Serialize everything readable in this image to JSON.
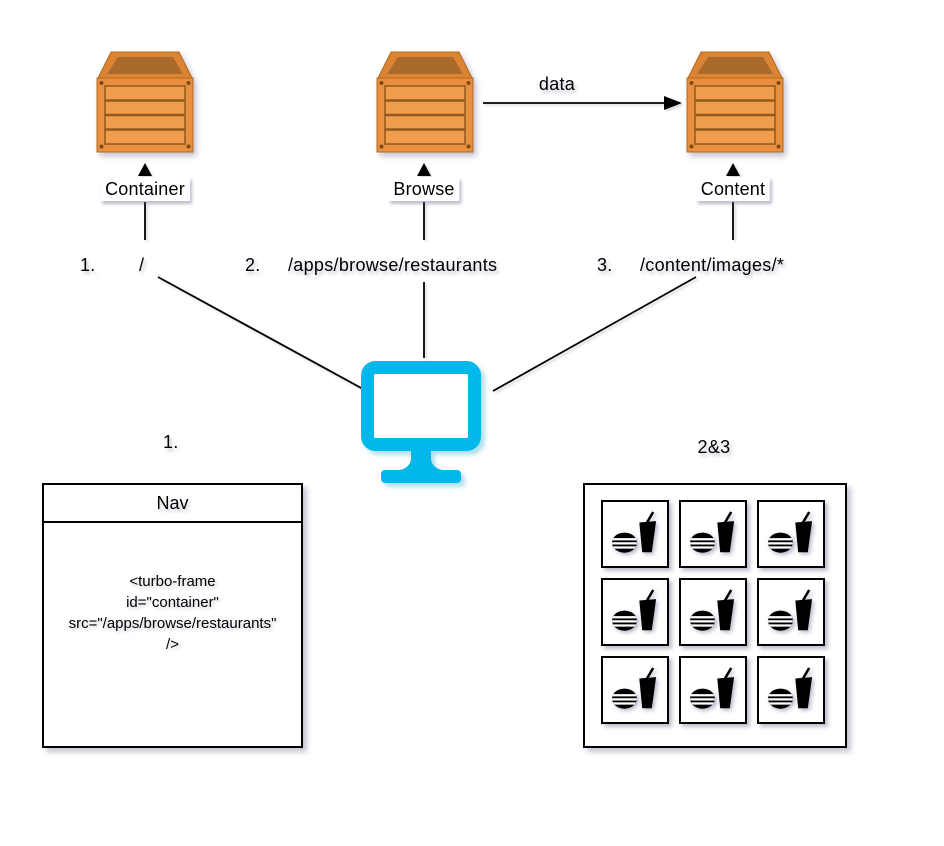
{
  "colors": {
    "monitor_cyan": "#00b8ea",
    "crate_face": "#e8903f",
    "crate_plank": "#f09e4e",
    "crate_top": "#db8434",
    "crate_top_inner": "#aa6a2c",
    "crate_line": "#93591b",
    "line_black": "#000000"
  },
  "nodes": {
    "container": {
      "label": "Container"
    },
    "browse": {
      "label": "Browse"
    },
    "content": {
      "label": "Content"
    }
  },
  "edges": {
    "data_label": "data"
  },
  "routes": [
    {
      "num": "1.",
      "path": "/"
    },
    {
      "num": "2.",
      "path": "/apps/browse/restaurants"
    },
    {
      "num": "3.",
      "path": "/content/images/*"
    }
  ],
  "panels": {
    "nav": {
      "label": "1.",
      "title": "Nav",
      "code": [
        "<turbo-frame",
        "id=\"container\"",
        "src=\"/apps/browse/restaurants\"",
        "/>"
      ]
    },
    "grid": {
      "label": "2&3"
    }
  }
}
